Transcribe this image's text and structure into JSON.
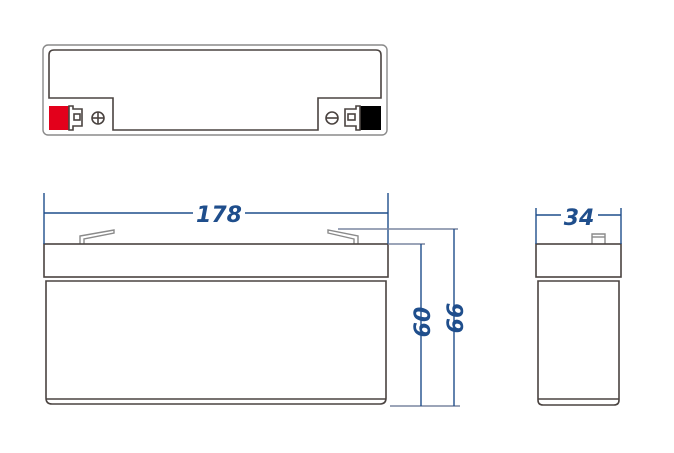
{
  "drawing": {
    "title": "Battery dimension drawing",
    "top_view": {
      "positive_terminal": {
        "color": "#e3001b",
        "symbol": "⊕"
      },
      "negative_terminal": {
        "color": "#000000",
        "symbol": "⊖"
      }
    },
    "front_view": {
      "length_label": "178",
      "container_height_label": "60",
      "total_height_label": "66"
    },
    "side_view": {
      "width_label": "34"
    },
    "colors": {
      "outline": "#4a4340",
      "dimension": "#1f4e8c"
    }
  }
}
